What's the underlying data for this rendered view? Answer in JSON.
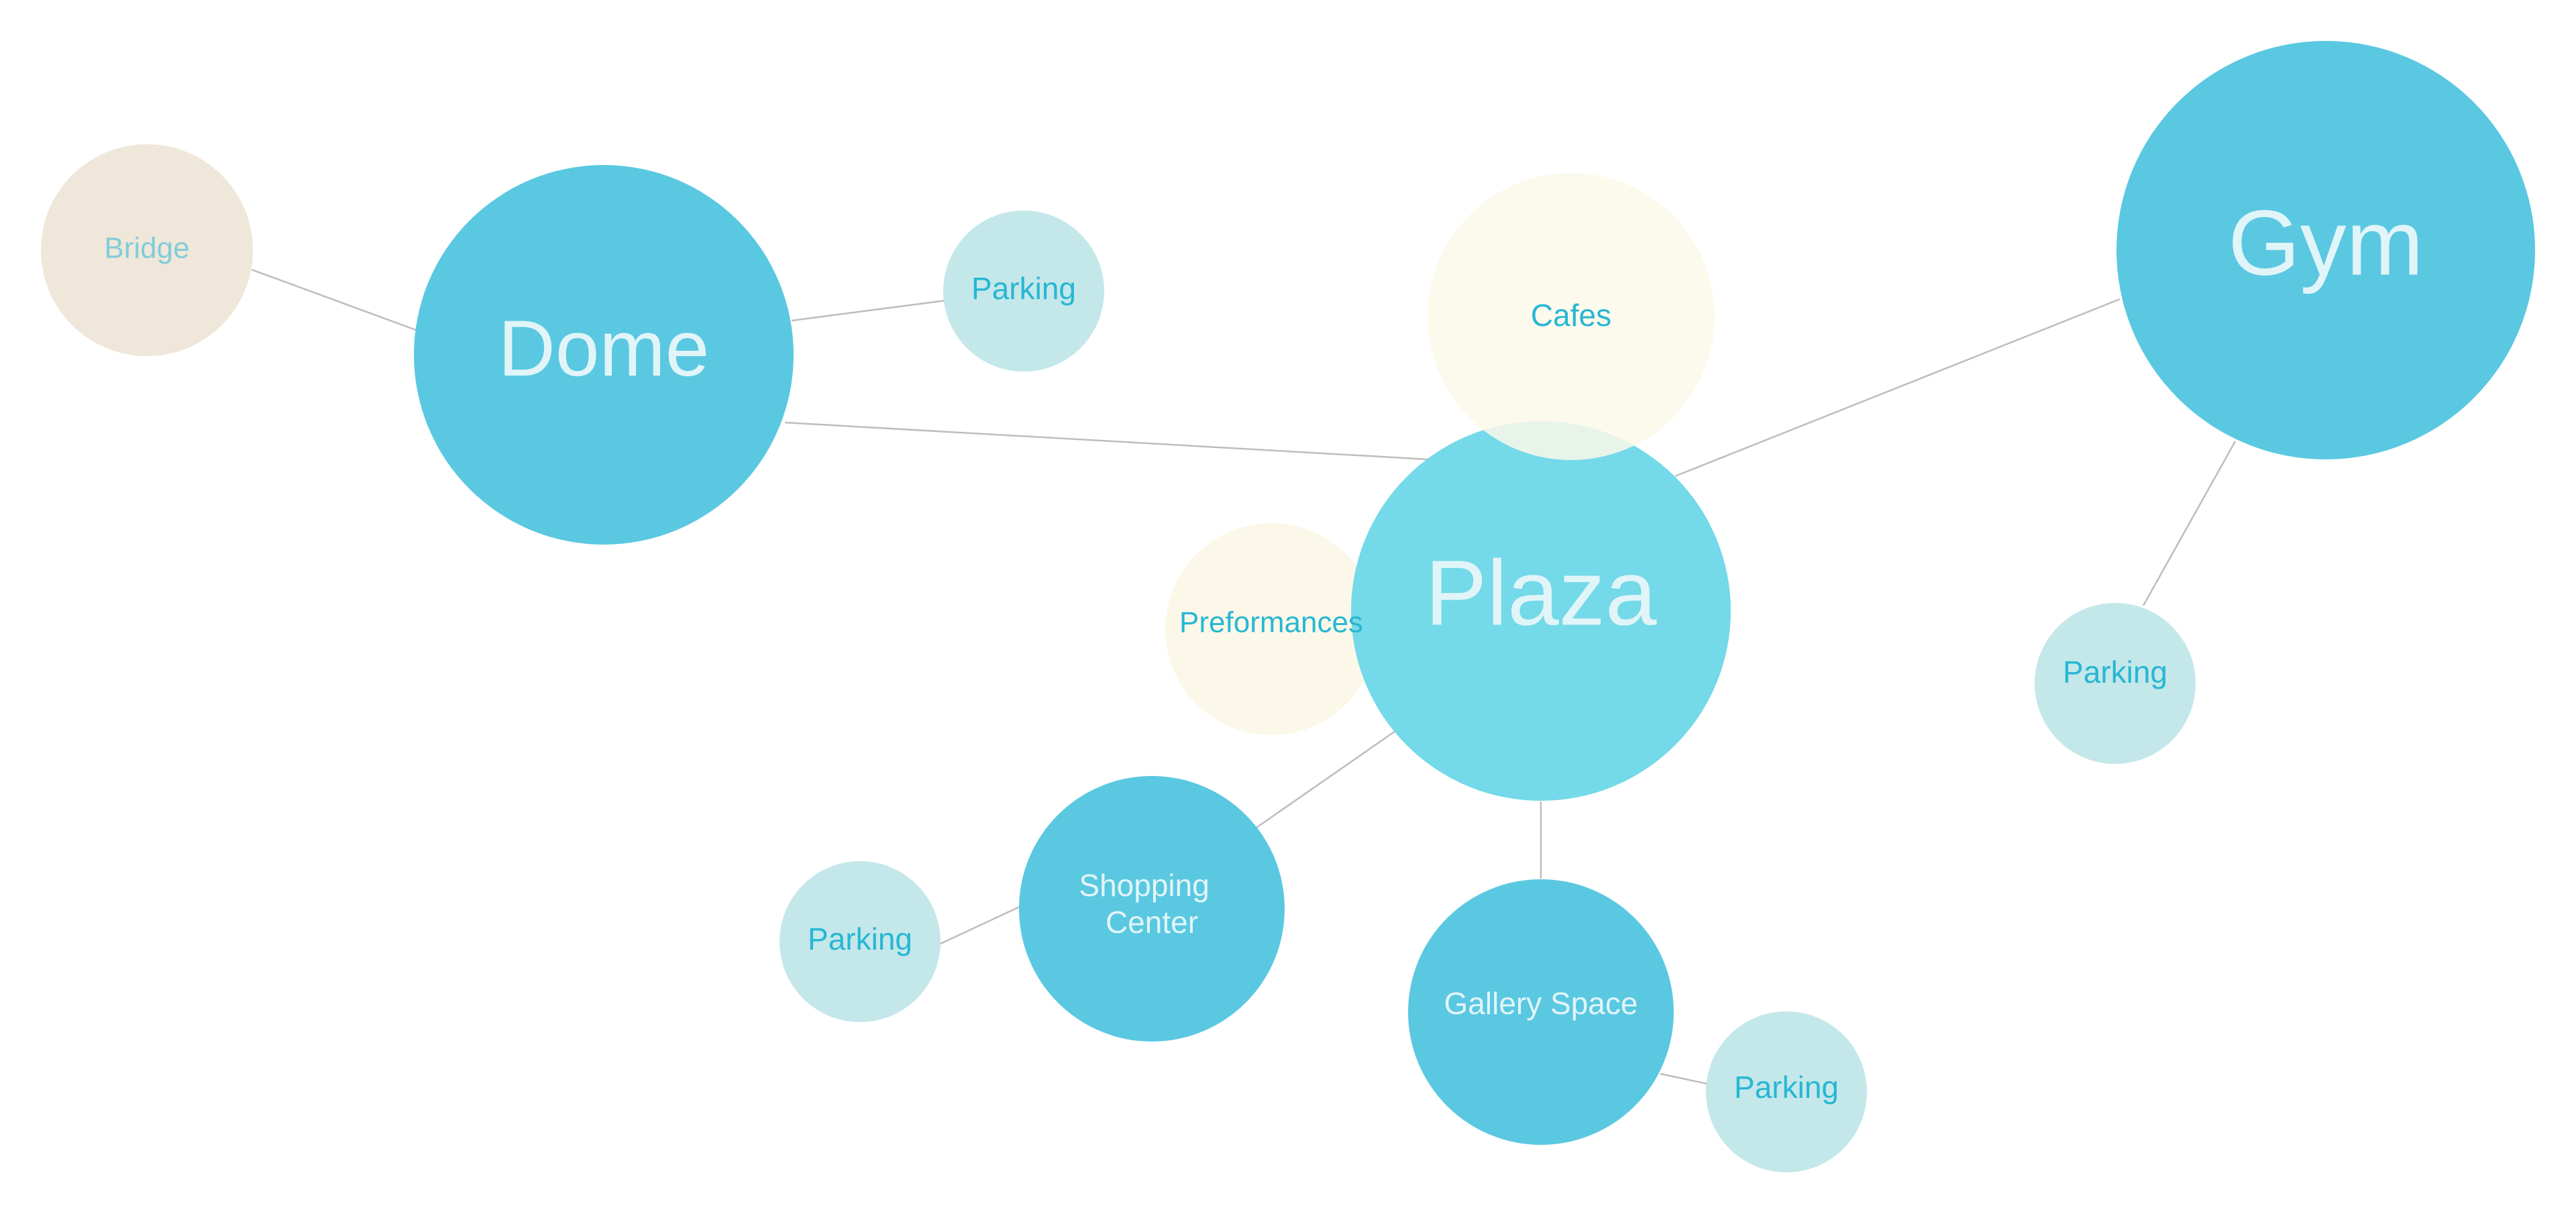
{
  "colors": {
    "primary_node": "#5AC8E1",
    "hub_node": "#74D9E8",
    "parking_node": "#C4E7EA",
    "bridge_node": "#EFE7DA",
    "amenity_node": "#FBF8EA",
    "connector": "#BDBDBD",
    "light_label": "#E1F5F9",
    "accent_label": "#27B7D3",
    "bridge_label": "#82CCD8"
  },
  "nodes": {
    "dome": {
      "label": "Dome"
    },
    "plaza": {
      "label": "Plaza"
    },
    "gym": {
      "label": "Gym"
    },
    "bridge": {
      "label": "Bridge"
    },
    "parking_dome": {
      "label": "Parking"
    },
    "cafes": {
      "label": "Cafes"
    },
    "performances": {
      "label": "Preformances"
    },
    "parking_gym": {
      "label": "Parking"
    },
    "shopping": {
      "label_line1": "Shopping",
      "label_line2": "Center"
    },
    "parking_shopping": {
      "label": "Parking"
    },
    "gallery": {
      "label": "Gallery Space"
    },
    "parking_gallery": {
      "label": "Parking"
    }
  }
}
